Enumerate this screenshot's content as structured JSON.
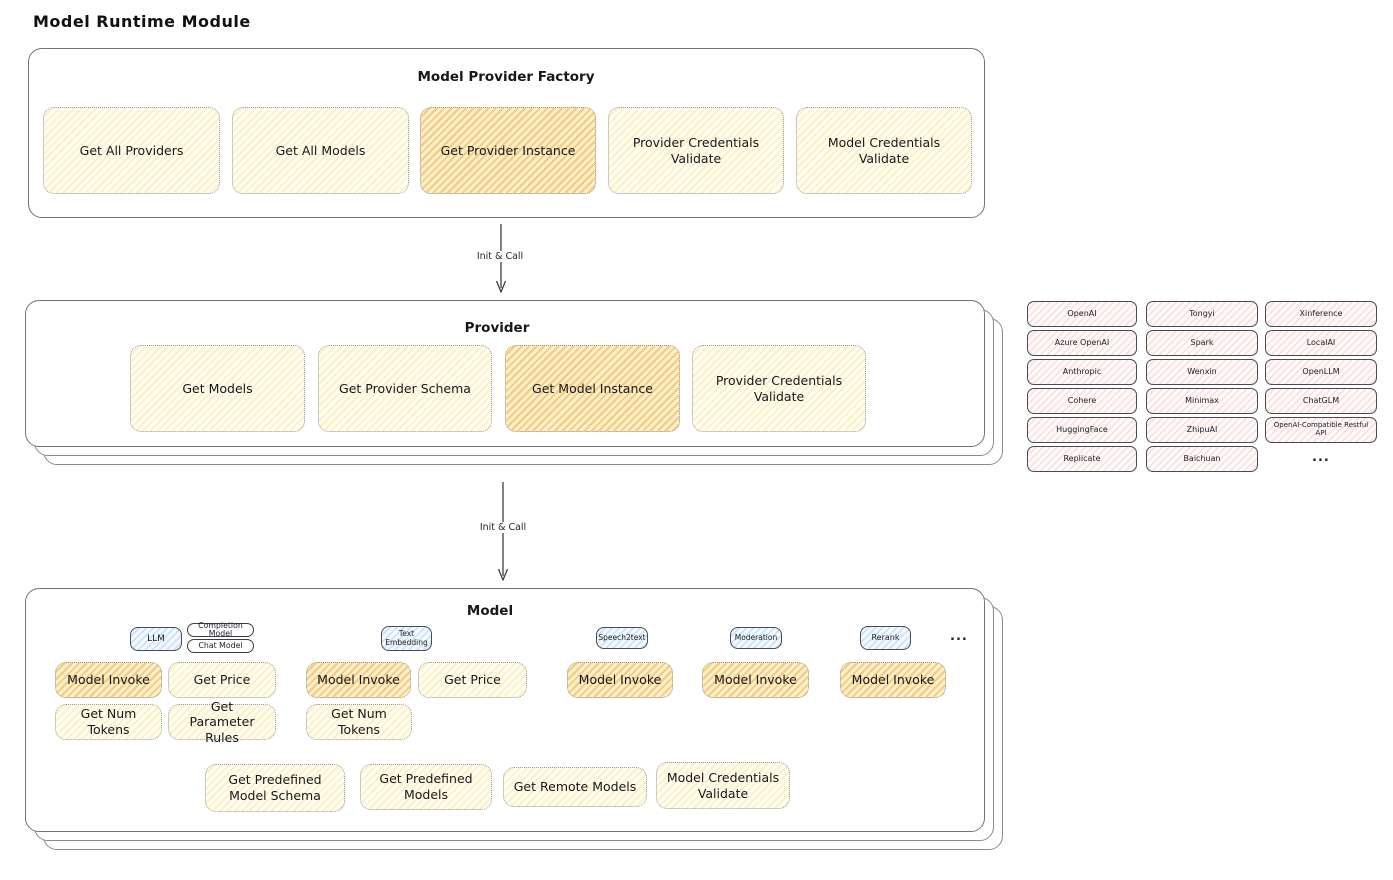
{
  "page_title": "Model Runtime Module",
  "colors": {
    "box_border": "#72727c",
    "yellow_light": "#fffdf0",
    "yellow_highlight": "#fcefcd",
    "pink": "#fdeaea",
    "blue": "#e3f1fb",
    "text": "#17171c"
  },
  "factory": {
    "title": "Model Provider Factory",
    "items": [
      {
        "label": "Get All Providers"
      },
      {
        "label": "Get All Models"
      },
      {
        "label": "Get Provider Instance"
      },
      {
        "label": "Provider Credentials Validate"
      },
      {
        "label": "Model Credentials Validate"
      }
    ]
  },
  "arrow1": {
    "label": "Init & Call"
  },
  "arrow2": {
    "label": "Init & Call"
  },
  "provider": {
    "title": "Provider",
    "items": [
      {
        "label": "Get Models"
      },
      {
        "label": "Get Provider Schema"
      },
      {
        "label": "Get Model Instance"
      },
      {
        "label": "Provider Credentials Validate"
      }
    ]
  },
  "providers_grid": {
    "col1": [
      "OpenAI",
      "Azure OpenAI",
      "Anthropic",
      "Cohere",
      "HuggingFace",
      "Replicate"
    ],
    "col2": [
      "Tongyi",
      "Spark",
      "Wenxin",
      "Minimax",
      "ZhipuAI",
      "Baichuan"
    ],
    "col3": [
      "Xinference",
      "LocalAI",
      "OpenLLM",
      "ChatGLM",
      "OpenAI-Compatible Restful API"
    ],
    "more": "..."
  },
  "model": {
    "title": "Model",
    "llm": {
      "tab": "LLM",
      "subtab_completion": "Completion Model",
      "subtab_chat": "Chat Model",
      "invoke": "Model Invoke",
      "price": "Get Price",
      "tokens": "Get Num Tokens",
      "rules": "Get Parameter Rules"
    },
    "embedding": {
      "tab": "Text Embedding",
      "invoke": "Model Invoke",
      "price": "Get Price",
      "tokens": "Get Num Tokens"
    },
    "speech": {
      "tab": "Speech2text",
      "invoke": "Model Invoke"
    },
    "moderation": {
      "tab": "Moderation",
      "invoke": "Model Invoke"
    },
    "rerank": {
      "tab": "Rerank",
      "invoke": "Model Invoke"
    },
    "more": "...",
    "bottom": [
      "Get Predefined Model Schema",
      "Get Predefined Models",
      "Get Remote Models",
      "Model Credentials Validate"
    ]
  }
}
